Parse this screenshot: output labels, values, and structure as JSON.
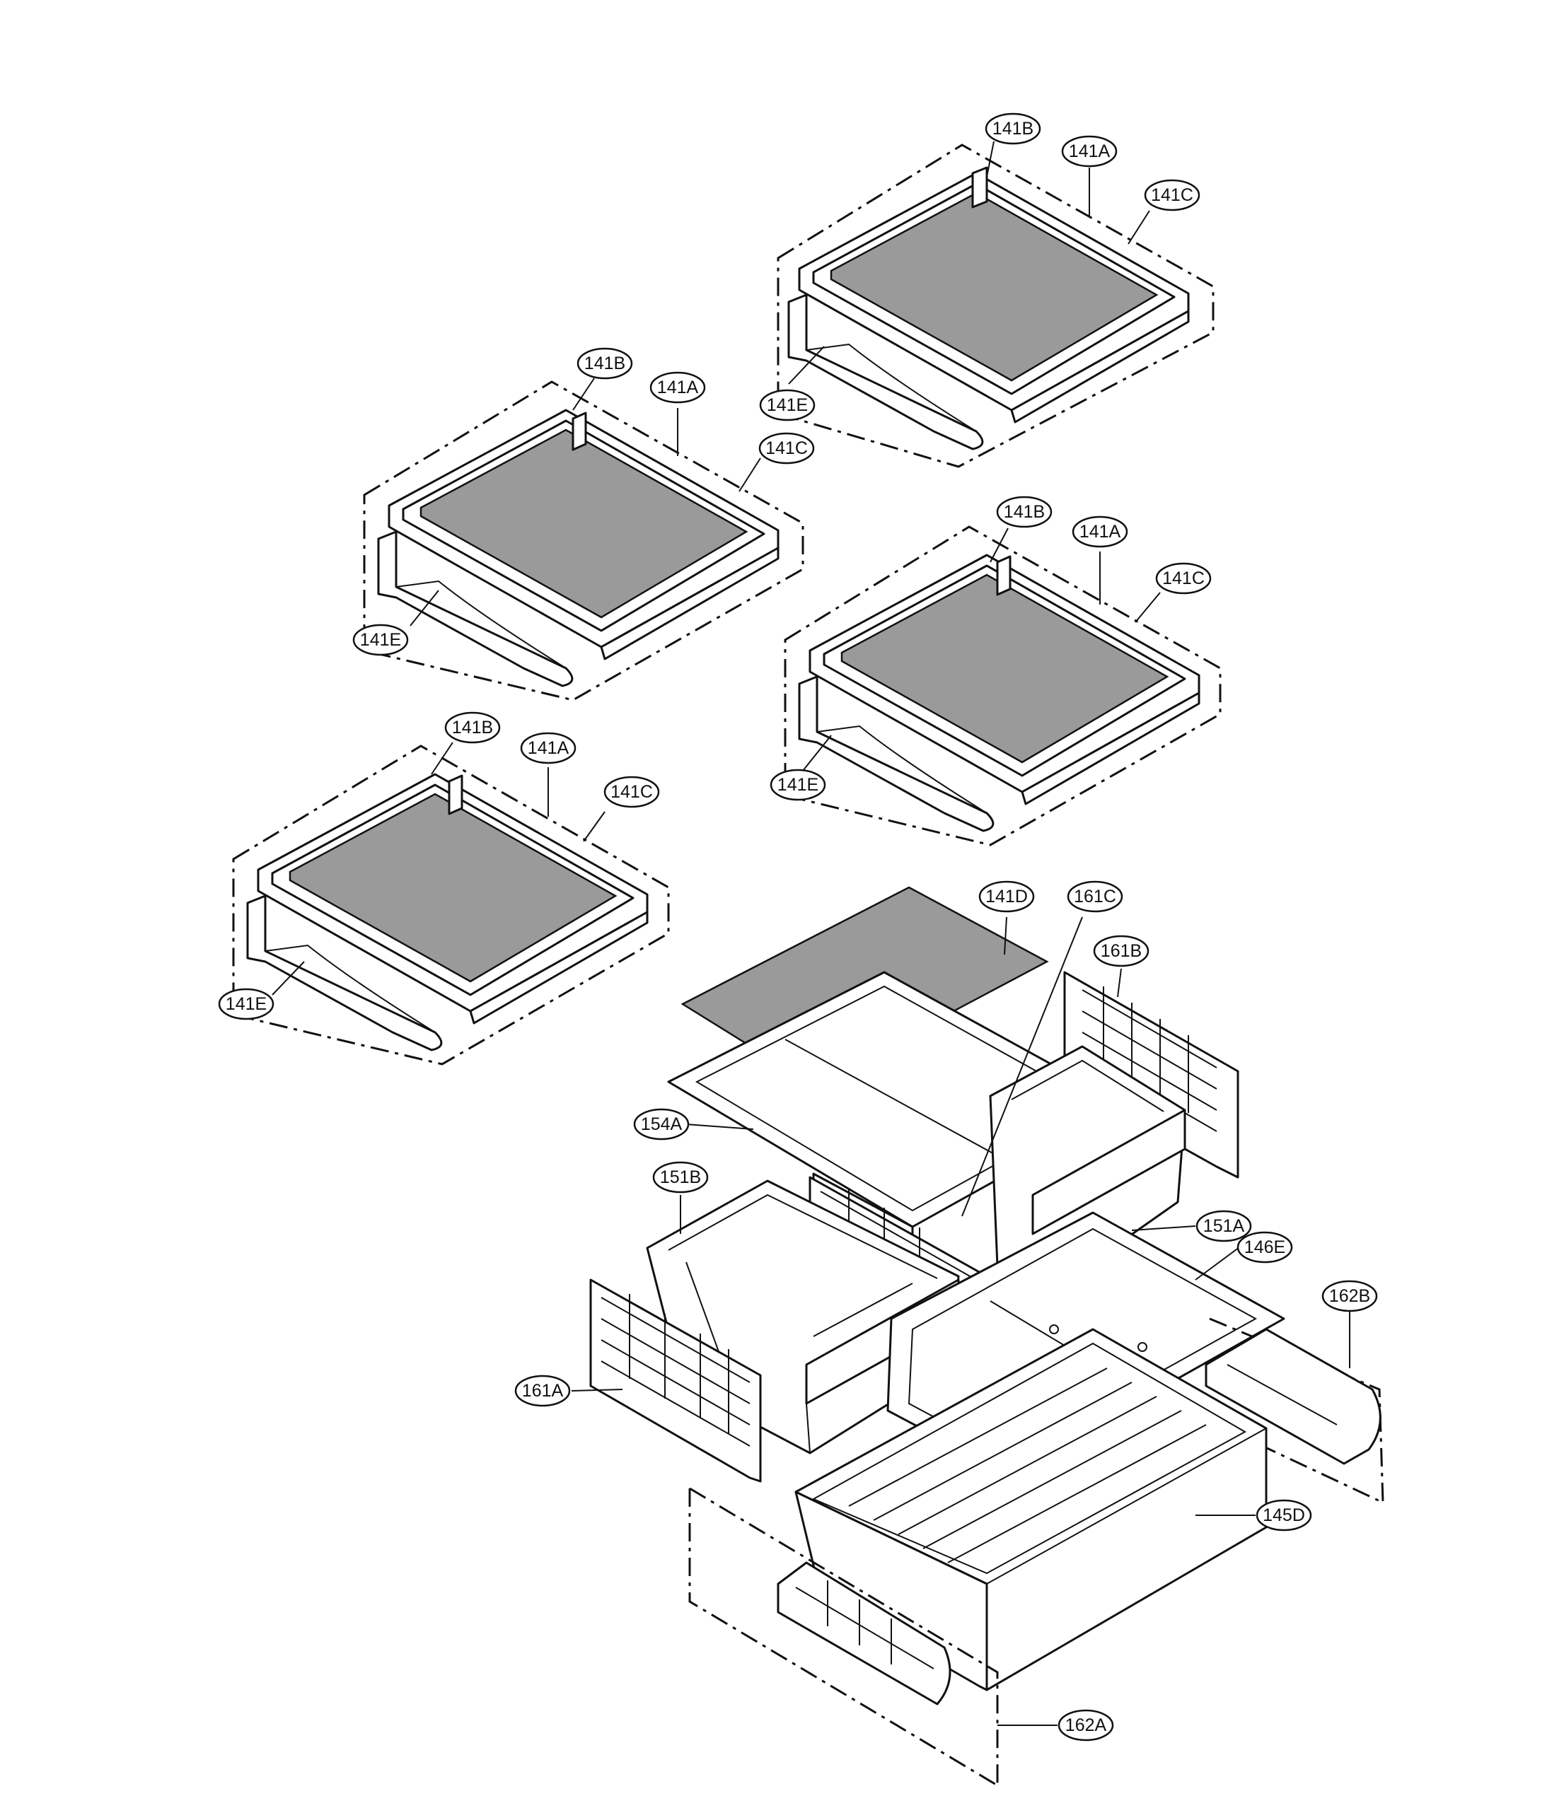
{
  "callouts": {
    "top_right_shelf": {
      "b": "141B",
      "a": "141A",
      "c": "141C",
      "e": "141E"
    },
    "upper_left_shelf": {
      "b": "141B",
      "a": "141A",
      "c": "141C",
      "e": "141E"
    },
    "middle_right_shelf": {
      "b": "141B",
      "a": "141A",
      "c": "141C",
      "e": "141E"
    },
    "lower_left_shelf": {
      "b": "141B",
      "a": "141A",
      "c": "141C",
      "e": "141E"
    },
    "crisper": {
      "glass": "141D",
      "center_divider": "161C",
      "right_rail": "161B",
      "frame": "154A",
      "left_bin": "151B",
      "right_bin": "151A",
      "bin_cover": "146E",
      "right_slide": "162B",
      "left_rail": "161A",
      "drawer": "145D",
      "left_slide": "162A"
    }
  }
}
